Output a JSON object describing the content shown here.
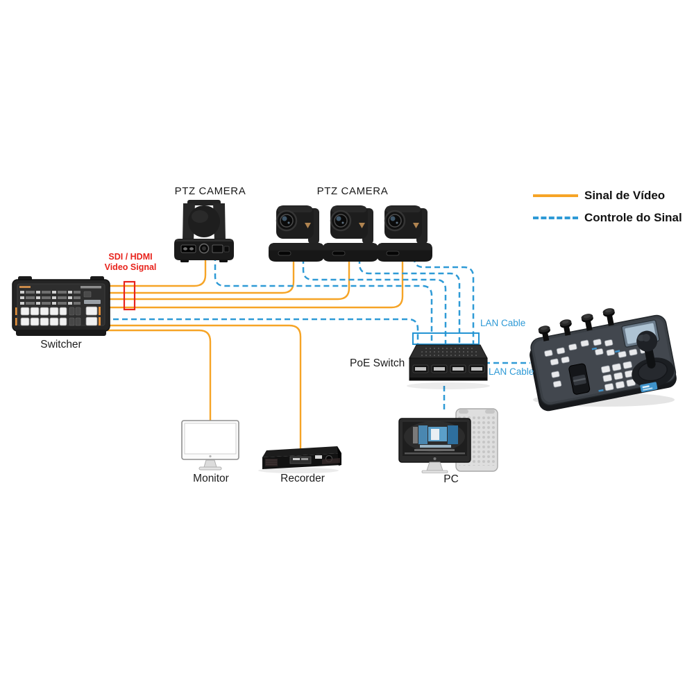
{
  "legend": {
    "video_label": "Sinal de Vídeo",
    "control_label": "Controle do Sinal"
  },
  "labels": {
    "ptz_camera_left": "PTZ CAMERA",
    "ptz_camera_right": "PTZ CAMERA",
    "switcher": "Switcher",
    "poe_switch": "PoE Switch",
    "monitor": "Monitor",
    "recorder": "Recorder",
    "pc": "PC"
  },
  "annotations": {
    "sdi_hdmi_line1": "SDI / HDMI",
    "sdi_hdmi_line2": "Video Signal",
    "lan_cable_top": "LAN Cable",
    "lan_cable_right": "LAN Cable"
  },
  "colors": {
    "video_signal": "#F6A426",
    "control_signal": "#2E9AD6",
    "highlight_red": "#E8231C",
    "highlight_blue_box": "#2293D3"
  }
}
